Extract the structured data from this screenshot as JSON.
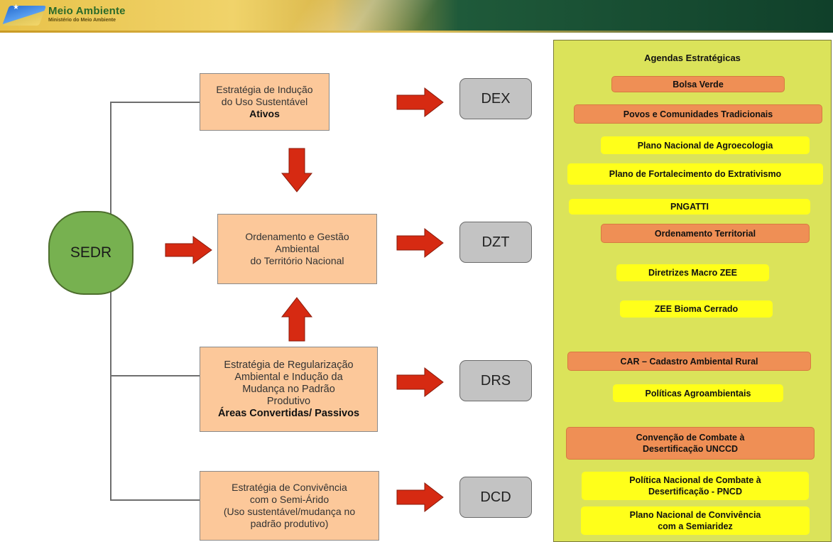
{
  "header": {
    "title": "Meio Ambiente",
    "subtitle": "Ministério do Meio Ambiente"
  },
  "hub": {
    "label": "SEDR"
  },
  "strategies": [
    {
      "lines": [
        "Estratégia de Indução",
        "do Uso Sustentável"
      ],
      "bold": "Ativos"
    },
    {
      "lines": [
        "Ordenamento e Gestão",
        "Ambiental",
        "do Território Nacional"
      ],
      "bold": ""
    },
    {
      "lines": [
        "Estratégia de Regularização",
        "Ambiental e Indução da",
        "Mudança no Padrão",
        "Produtivo"
      ],
      "bold": "Áreas Convertidas/ Passivos"
    },
    {
      "lines": [
        "Estratégia de Convivência",
        "com o Semi-Árido",
        "(Uso sustentável/mudança no",
        "padrão produtivo)"
      ],
      "bold": ""
    }
  ],
  "departments": [
    "DEX",
    "DZT",
    "DRS",
    "DCD"
  ],
  "agendas": {
    "title": "Agendas Estratégicas",
    "items": [
      {
        "label": "Bolsa Verde",
        "color": "orange"
      },
      {
        "label": "Povos e Comunidades Tradicionais",
        "color": "orange"
      },
      {
        "label": "Plano Nacional de Agroecologia",
        "color": "yellow"
      },
      {
        "label": "Plano de  Fortalecimento do Extrativismo",
        "color": "yellow"
      },
      {
        "label": "PNGATTI",
        "color": "yellow"
      },
      {
        "label": "Ordenamento Territorial",
        "color": "orange"
      },
      {
        "label": "Diretrizes Macro ZEE",
        "color": "yellow"
      },
      {
        "label": "ZEE Bioma Cerrado",
        "color": "yellow"
      },
      {
        "label": "CAR – Cadastro Ambiental Rural",
        "color": "orange"
      },
      {
        "label": "Políticas Agroambientais",
        "color": "yellow"
      },
      {
        "label": "Convenção de Combate à Desertificação UNCCD",
        "color": "orange"
      },
      {
        "label": "Política Nacional de Combate à Desertificação - PNCD",
        "color": "yellow"
      },
      {
        "label": "Plano Nacional de Convivência com a  Semiaridez",
        "color": "yellow"
      }
    ]
  },
  "colors": {
    "hub": "#77b150",
    "strategy_box": "#fcc89a",
    "department_box": "#c3c3c3",
    "arrow": "#d62a12",
    "panel": "#dbe35a",
    "pill_orange": "#ef8f55",
    "pill_yellow": "#ffff1a"
  }
}
